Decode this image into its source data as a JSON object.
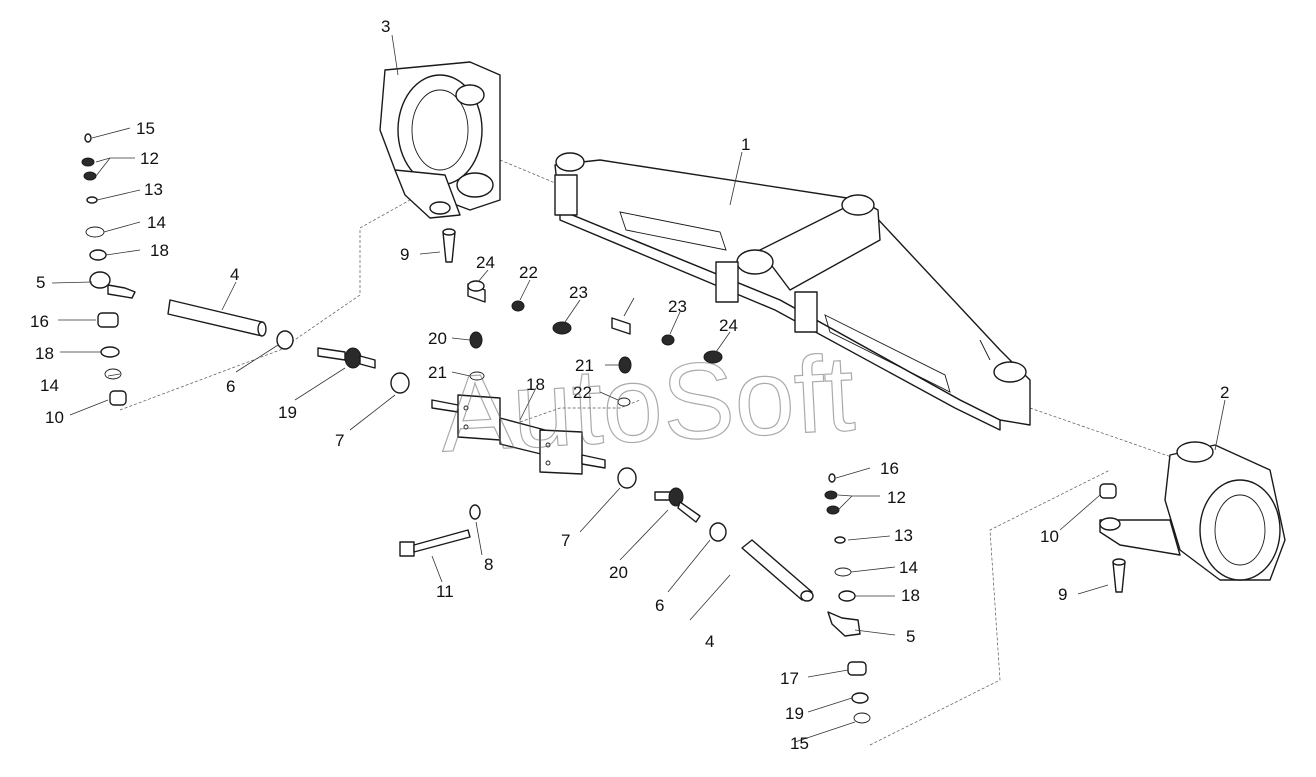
{
  "watermark": "AutoSoft",
  "callouts": [
    {
      "id": "c-1",
      "text": "1"
    },
    {
      "id": "c-2",
      "text": "2"
    },
    {
      "id": "c-3",
      "text": "3"
    },
    {
      "id": "c-4a",
      "text": "4"
    },
    {
      "id": "c-4b",
      "text": "4"
    },
    {
      "id": "c-5a",
      "text": "5"
    },
    {
      "id": "c-5b",
      "text": "5"
    },
    {
      "id": "c-6a",
      "text": "6"
    },
    {
      "id": "c-6b",
      "text": "6"
    },
    {
      "id": "c-7a",
      "text": "7"
    },
    {
      "id": "c-7b",
      "text": "7"
    },
    {
      "id": "c-8",
      "text": "8"
    },
    {
      "id": "c-9a",
      "text": "9"
    },
    {
      "id": "c-9b",
      "text": "9"
    },
    {
      "id": "c-10a",
      "text": "10"
    },
    {
      "id": "c-10b",
      "text": "10"
    },
    {
      "id": "c-11",
      "text": "11"
    },
    {
      "id": "c-12a",
      "text": "12"
    },
    {
      "id": "c-12b",
      "text": "12"
    },
    {
      "id": "c-13a",
      "text": "13"
    },
    {
      "id": "c-13b",
      "text": "13"
    },
    {
      "id": "c-14a",
      "text": "14"
    },
    {
      "id": "c-14b",
      "text": "14"
    },
    {
      "id": "c-14c",
      "text": "14"
    },
    {
      "id": "c-15a",
      "text": "15"
    },
    {
      "id": "c-15b",
      "text": "15"
    },
    {
      "id": "c-16a",
      "text": "16"
    },
    {
      "id": "c-16b",
      "text": "16"
    },
    {
      "id": "c-17",
      "text": "17"
    },
    {
      "id": "c-18a",
      "text": "18"
    },
    {
      "id": "c-18b",
      "text": "18"
    },
    {
      "id": "c-18c",
      "text": "18"
    },
    {
      "id": "c-18d",
      "text": "18"
    },
    {
      "id": "c-19a",
      "text": "19"
    },
    {
      "id": "c-19b",
      "text": "19"
    },
    {
      "id": "c-20a",
      "text": "20"
    },
    {
      "id": "c-20b",
      "text": "20"
    },
    {
      "id": "c-21a",
      "text": "21"
    },
    {
      "id": "c-21b",
      "text": "21"
    },
    {
      "id": "c-22a",
      "text": "22"
    },
    {
      "id": "c-22b",
      "text": "22"
    },
    {
      "id": "c-23a",
      "text": "23"
    },
    {
      "id": "c-23b",
      "text": "23"
    },
    {
      "id": "c-24a",
      "text": "24"
    },
    {
      "id": "c-24b",
      "text": "24"
    }
  ]
}
